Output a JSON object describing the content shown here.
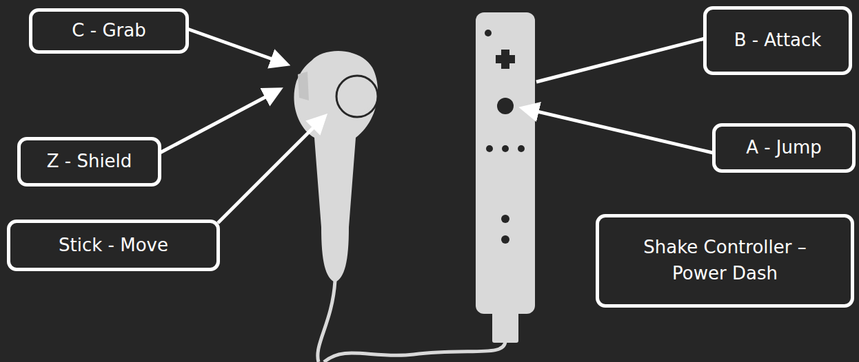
{
  "diagram": {
    "nodes": [
      {
        "text": [
          "C - Grab"
        ]
      },
      {
        "text": [
          "Z - Shield"
        ]
      },
      {
        "text": [
          "Stick - Move"
        ]
      },
      {
        "text": [
          "B - Attack"
        ]
      },
      {
        "text": [
          "A - Jump"
        ]
      },
      {
        "text": [
          "Shake Controller – Power Dash"
        ]
      }
    ]
  }
}
